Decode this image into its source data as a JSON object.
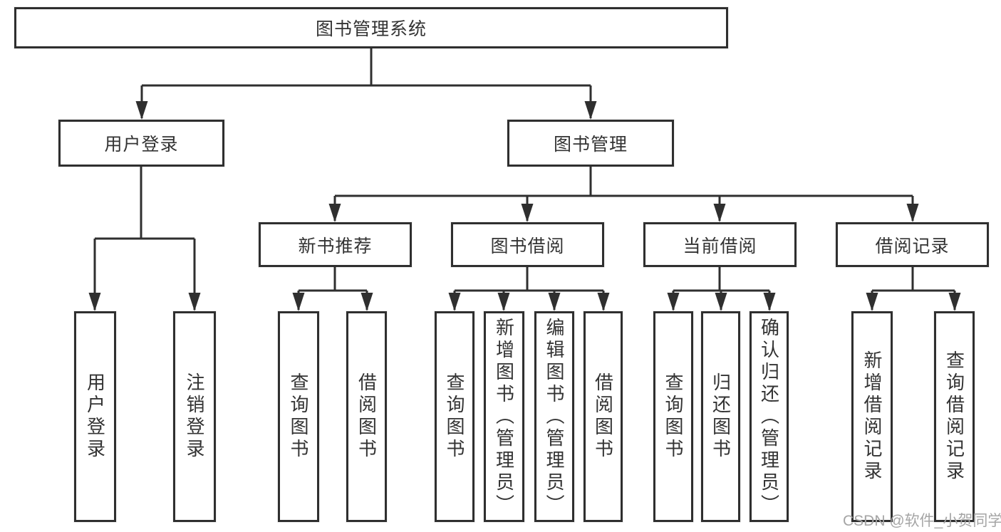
{
  "tree": {
    "label": "图书管理系统",
    "children": [
      {
        "label": "用户登录",
        "children": [
          {
            "label": "用户登录"
          },
          {
            "label": "注销登录"
          }
        ]
      },
      {
        "label": "图书管理",
        "children": [
          {
            "label": "新书推荐",
            "children": [
              {
                "label": "查询图书"
              },
              {
                "label": "借阅图书"
              }
            ]
          },
          {
            "label": "图书借阅",
            "children": [
              {
                "label": "查询图书"
              },
              {
                "label": "新增图书（管理员）"
              },
              {
                "label": "编辑图书（管理员）"
              },
              {
                "label": "借阅图书"
              }
            ]
          },
          {
            "label": "当前借阅",
            "children": [
              {
                "label": "查询图书"
              },
              {
                "label": "归还图书"
              },
              {
                "label": "确认归还（管理员）"
              }
            ]
          },
          {
            "label": "借阅记录",
            "children": [
              {
                "label": "新增借阅记录"
              },
              {
                "label": "查询借阅记录"
              }
            ]
          }
        ]
      }
    ]
  },
  "watermark": {
    "text": "CSDN @软件_小贺同学"
  },
  "colors": {
    "line-color": "#2f2f2f",
    "text-color": "#333333",
    "watermark-color": "#a5a5a5",
    "bg-color": "#ffffff"
  }
}
